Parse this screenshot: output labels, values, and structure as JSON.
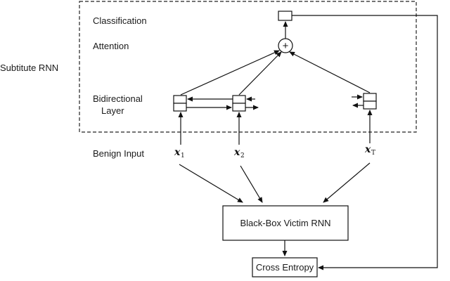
{
  "labels": {
    "classification": "Classification",
    "attention": "Attention",
    "substitute_rnn": "Subtitute RNN",
    "bidirectional_line1": "Bidirectional",
    "bidirectional_line2": "Layer",
    "benign_input": "Benign Input",
    "victim_rnn": "Black-Box Victim RNN",
    "cross_entropy": "Cross Entropy",
    "plus_symbol": "+"
  },
  "inputs": [
    {
      "symbol": "x",
      "subscript": "1"
    },
    {
      "symbol": "x",
      "subscript": "2"
    },
    {
      "symbol": "x",
      "subscript": "T"
    }
  ]
}
